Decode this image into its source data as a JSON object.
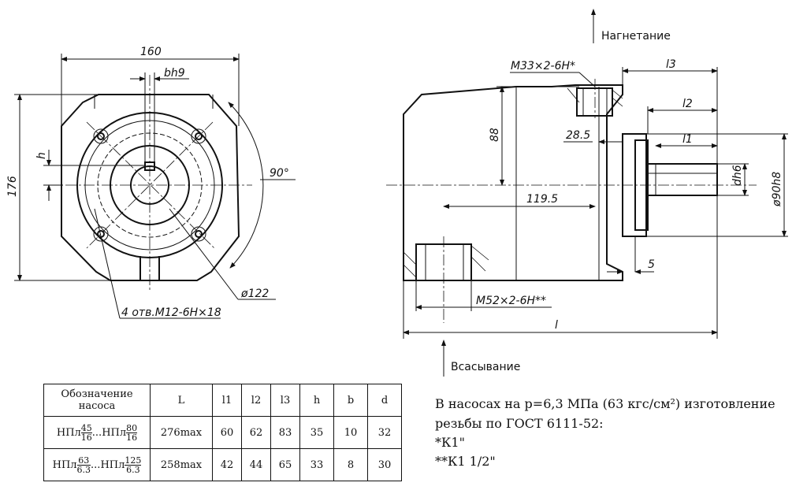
{
  "front_view": {
    "dim_width": "160",
    "dim_keyway": "bh9",
    "dim_height": "176",
    "dim_key_h": "h",
    "dim_angle": "90°",
    "dim_bolt_circle": "ø122",
    "holes_note": "4 отв.М12-6Н×18"
  },
  "side_view": {
    "flow_out": "Нагнетание",
    "flow_in": "Всасывание",
    "thread_outlet": "М33×2-6Н*",
    "thread_inlet": "М52×2-6Н**",
    "dim_88": "88",
    "dim_28_5": "28.5",
    "dim_119_5": "119.5",
    "dim_5": "5",
    "dim_l": "l",
    "dim_l1": "l1",
    "dim_l2": "l2",
    "dim_l3": "l3",
    "dim_dh6": "dh6",
    "dim_d90": "ø90h8"
  },
  "table": {
    "headers": [
      "Обозначение насоса",
      "L",
      "l1",
      "l2",
      "l3",
      "h",
      "b",
      "d"
    ],
    "rows": [
      {
        "name_prefix": "НПл",
        "f1_top": "45",
        "f1_bot": "16",
        "sep": "...НПл",
        "f2_top": "80",
        "f2_bot": "16",
        "cells": [
          "276max",
          "60",
          "62",
          "83",
          "35",
          "10",
          "32"
        ]
      },
      {
        "name_prefix": "НПл",
        "f1_top": "63",
        "f1_bot": "6.3",
        "sep": "...НПл",
        "f2_top": "125",
        "f2_bot": "6.3",
        "cells": [
          "258max",
          "42",
          "44",
          "65",
          "33",
          "8",
          "30"
        ]
      }
    ]
  },
  "notes": {
    "line1": "В насосах  на р=6,3 МПа (63 кгс/см²) изготовление",
    "line2": "резьбы  по ГОСТ 6111-52:",
    "line3": "*К1\"",
    "line4": "**К1 1/2\""
  }
}
